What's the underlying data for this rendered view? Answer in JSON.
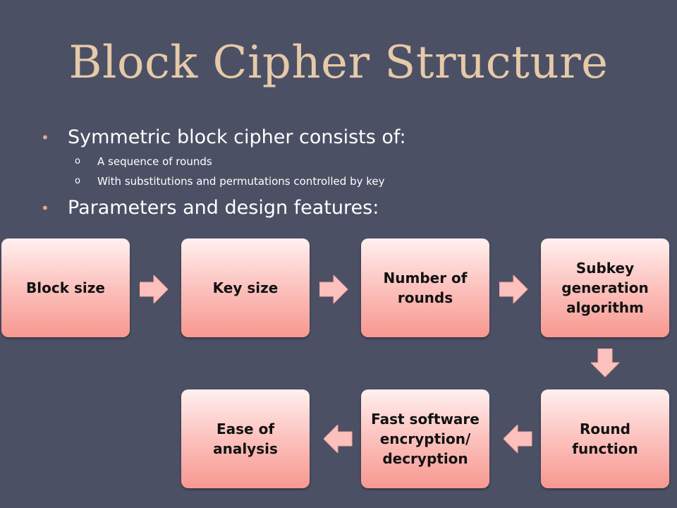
{
  "title": "Block Cipher Structure",
  "bullets": [
    {
      "text": "Symmetric block cipher consists of:",
      "sub": [
        "A sequence of rounds",
        "With substitutions and permutations controlled by key"
      ]
    },
    {
      "text": "Parameters and design features:",
      "sub": []
    }
  ],
  "bullet_marker": "•",
  "sub_marker": "o",
  "flow": {
    "steps": [
      "Block size",
      "Key size",
      "Number of rounds",
      "Subkey generation algorithm",
      "Round function",
      "Fast software encryption/ decryption",
      "Ease of analysis"
    ],
    "box_color_top": "#fff0ef",
    "box_color_bottom": "#f79890",
    "arrow_color": "#fcc1bd"
  },
  "colors": {
    "background": "#4b5065",
    "title": "#e6c9a8",
    "text": "#ffffff",
    "bullet": "#e5a78d"
  }
}
